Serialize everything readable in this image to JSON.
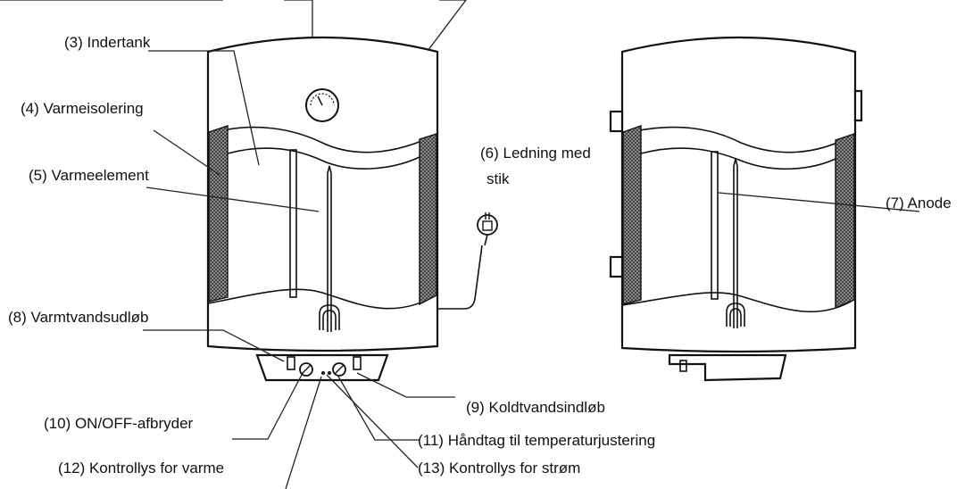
{
  "labels": {
    "indertank": "(3) Indertank",
    "varmeisolering": "(4) Varmeisolering",
    "varmeelement": "(5) Varmeelement",
    "ledning_line1": "(6) Ledning med",
    "ledning_line2": "stik",
    "anode": "(7) Anode",
    "varmtvandsudlob": "(8) Varmtvandsudløb",
    "koldtvandsindlob": "(9) Koldtvandsindløb",
    "afbryder": "(10) ON/OFF-afbryder",
    "handtag": "(11) Håndtag til temperaturjustering",
    "kontrollys_varme": "(12) Kontrollys for varme",
    "kontrollys_strom": "(13) Kontrollys for strøm"
  },
  "colors": {
    "line": "#111111",
    "insulation_hatch": "#555555",
    "background": "#ffffff"
  }
}
